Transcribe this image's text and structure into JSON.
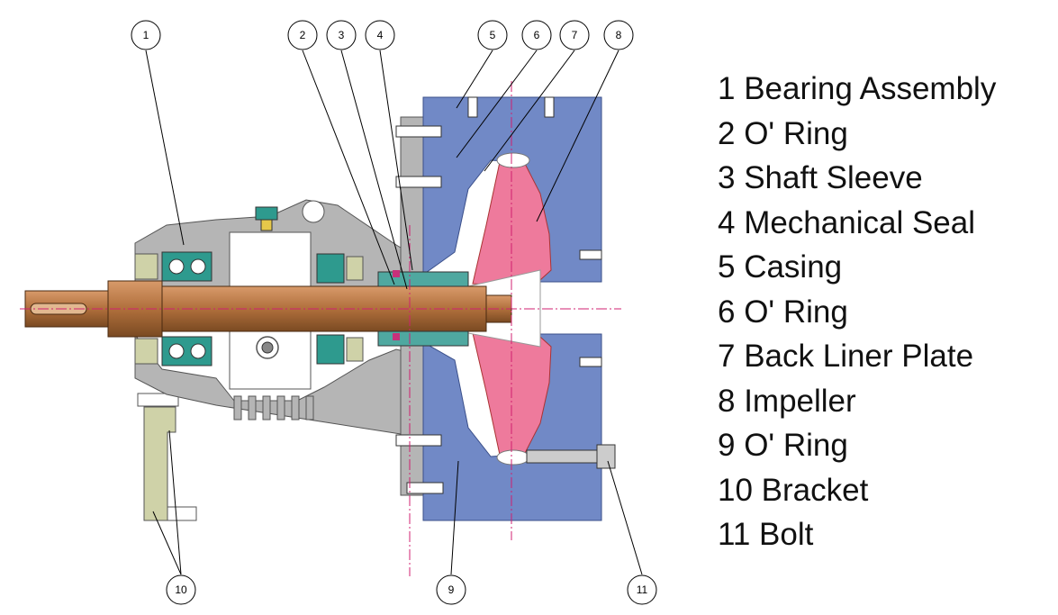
{
  "callouts": [
    "1",
    "2",
    "3",
    "4",
    "5",
    "6",
    "7",
    "8",
    "9",
    "10",
    "11"
  ],
  "legend": [
    "1 Bearing Assembly",
    "2 O' Ring",
    "3 Shaft Sleeve",
    "4 Mechanical Seal",
    "5 Casing",
    "6 O' Ring",
    "7 Back Liner Plate",
    "8 Impeller",
    "9 O' Ring",
    "10 Bracket",
    "11 Bolt"
  ],
  "colors": {
    "casing": "#7189c6",
    "impeller": "#ee7a9c",
    "shaft": "#b06f3c",
    "bracket": "#cfd2a8",
    "frame": "#b5b5b5",
    "bearing": "#2e9a8e",
    "centerline": "#d02070"
  }
}
